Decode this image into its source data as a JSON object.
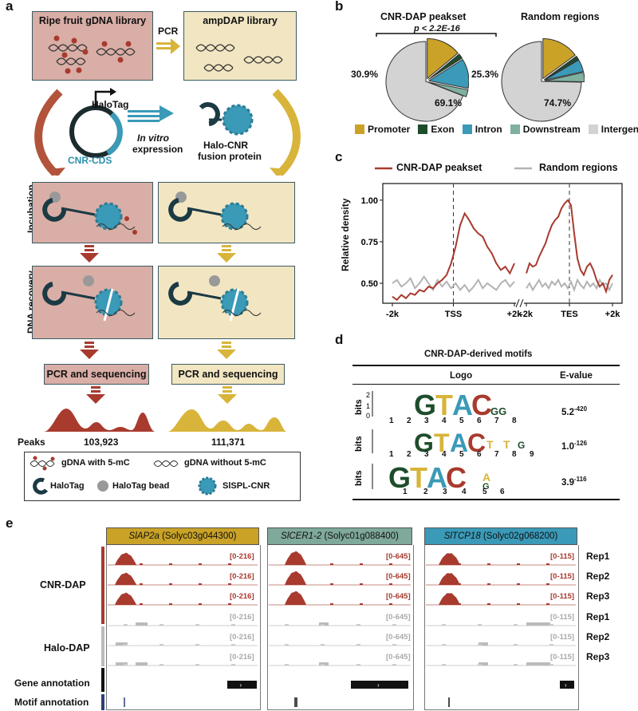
{
  "panels": {
    "a": "a",
    "b": "b",
    "c": "c",
    "d": "d",
    "e": "e"
  },
  "panel_a": {
    "lib_left": "Ripe fruit gDNA library",
    "lib_right": "ampDAP library",
    "pcr": "PCR",
    "halotag_label": "HaloTag",
    "cds_label": "CNR-CDS",
    "in_vitro_1": "In vitro",
    "in_vitro_2": "expression",
    "fusion_1": "Halo-CNR",
    "fusion_2": "fusion protein",
    "incubation": "Incubation",
    "dna_recovery": "DNA recovery",
    "seq_left": "PCR and sequencing",
    "seq_right": "PCR and sequencing",
    "peaks_label": "Peaks",
    "peaks_left": "103,923",
    "peaks_right": "111,371",
    "legend": {
      "methyl": "gDNA with 5-mC",
      "unmethyl": "gDNA without 5-mC",
      "halotag": "HaloTag",
      "bead": "HaloTag bead",
      "cnr": "SlSPL-CNR"
    }
  },
  "panel_b": {
    "title_left": "CNR-DAP peakset",
    "title_right": "Random regions",
    "pvalue": "p < 2.2E-16",
    "left_small": "30.9%",
    "left_big": "69.1%",
    "right_small": "25.3%",
    "right_big": "74.7%",
    "legend": [
      {
        "label": "Promoter",
        "color": "#c9a227"
      },
      {
        "label": "Exon",
        "color": "#1e4d2b"
      },
      {
        "label": "Intron",
        "color": "#3a9ab8"
      },
      {
        "label": "Downstream",
        "color": "#7fb0a0"
      },
      {
        "label": "Intergenic",
        "color": "#d3d3d3"
      }
    ]
  },
  "chart_data": [
    {
      "type": "pie",
      "title": "CNR-DAP peakset",
      "categories": [
        "Promoter",
        "Exon",
        "Intron",
        "Downstream",
        "Intergenic"
      ],
      "values": [
        14,
        2,
        12,
        2.9,
        69.1
      ]
    },
    {
      "type": "pie",
      "title": "Random regions",
      "categories": [
        "Promoter",
        "Exon",
        "Intron",
        "Downstream",
        "Intergenic"
      ],
      "values": [
        15,
        1.5,
        5,
        3.8,
        74.7
      ]
    },
    {
      "type": "line",
      "ylabel": "Relative density",
      "yticks": [
        0.5,
        0.75,
        1.0
      ],
      "ylim": [
        0.38,
        1.1
      ],
      "xticks_tss": [
        "-2k",
        "TSS",
        "+2k"
      ],
      "xticks_tes": [
        "-2k",
        "TES",
        "+2k"
      ],
      "series": [
        {
          "name": "CNR-DAP peakset",
          "color": "#a83a2e",
          "tss": [
            0.42,
            0.4,
            0.43,
            0.41,
            0.44,
            0.43,
            0.46,
            0.45,
            0.48,
            0.47,
            0.5,
            0.52,
            0.55,
            0.62,
            0.72,
            0.85,
            0.92,
            0.88,
            0.83,
            0.8,
            0.78,
            0.72,
            0.68,
            0.62,
            0.58,
            0.6,
            0.56,
            0.62
          ],
          "tes": [
            0.56,
            0.62,
            0.6,
            0.61,
            0.66,
            0.7,
            0.74,
            0.8,
            0.85,
            0.88,
            0.9,
            0.95,
            0.98,
            1.0,
            0.97,
            0.8,
            0.65,
            0.58,
            0.55,
            0.6,
            0.62,
            0.58,
            0.52,
            0.48,
            0.5,
            0.45,
            0.52,
            0.55
          ]
        },
        {
          "name": "Random regions",
          "color": "#b3b3b3",
          "tss": [
            0.5,
            0.52,
            0.48,
            0.5,
            0.53,
            0.47,
            0.5,
            0.54,
            0.5,
            0.46,
            0.52,
            0.48,
            0.51,
            0.47,
            0.5,
            0.46,
            0.49,
            0.45,
            0.48,
            0.52,
            0.47,
            0.5,
            0.48,
            0.46,
            0.5,
            0.52,
            0.48,
            0.51
          ],
          "tes": [
            0.47,
            0.5,
            0.46,
            0.49,
            0.52,
            0.48,
            0.5,
            0.47,
            0.51,
            0.49,
            0.52,
            0.48,
            0.5,
            0.47,
            0.51,
            0.46,
            0.52,
            0.49,
            0.47,
            0.51,
            0.48,
            0.5,
            0.47,
            0.52,
            0.49,
            0.5,
            0.46,
            0.5
          ]
        }
      ]
    }
  ],
  "panel_d": {
    "title": "CNR-DAP-derived motifs",
    "col_logo": "Logo",
    "col_e": "E-value",
    "bits": "bits",
    "motifs": [
      {
        "e_base": "5.2",
        "e_exp": "-420",
        "positions": [
          "1",
          "2",
          "3",
          "4",
          "5",
          "6",
          "7",
          "8"
        ]
      },
      {
        "e_base": "1.0",
        "e_exp": "-126",
        "positions": [
          "1",
          "2",
          "3",
          "4",
          "5",
          "6",
          "7",
          "8",
          "9"
        ]
      },
      {
        "e_base": "3.9",
        "e_exp": "-116",
        "positions": [
          "1",
          "2",
          "3",
          "4",
          "5",
          "6"
        ]
      }
    ]
  },
  "panel_e": {
    "genes": [
      {
        "name": "SlAP2a",
        "id": " (Solyc03g044300)",
        "color": "#c9a227",
        "cnr_range": "[0-216]",
        "halo_range": "[0-216]"
      },
      {
        "name": "SlCER1-2",
        "id": " (Solyc01g088400)",
        "color": "#7fa99a",
        "cnr_range": "[0-645]",
        "halo_range": "[0-645]"
      },
      {
        "name": "SlTCP18",
        "id": " (Solyc02g068200)",
        "color": "#3a9ab8",
        "cnr_range": "[0-115]",
        "halo_range": "[0-115]"
      }
    ],
    "cnr_label": "CNR-DAP",
    "halo_label": "Halo-DAP",
    "gene_annot": "Gene annotation",
    "motif_annot": "Motif annotation",
    "reps": [
      "Rep1",
      "Rep2",
      "Rep3",
      "Rep1",
      "Rep2",
      "Rep3"
    ]
  }
}
